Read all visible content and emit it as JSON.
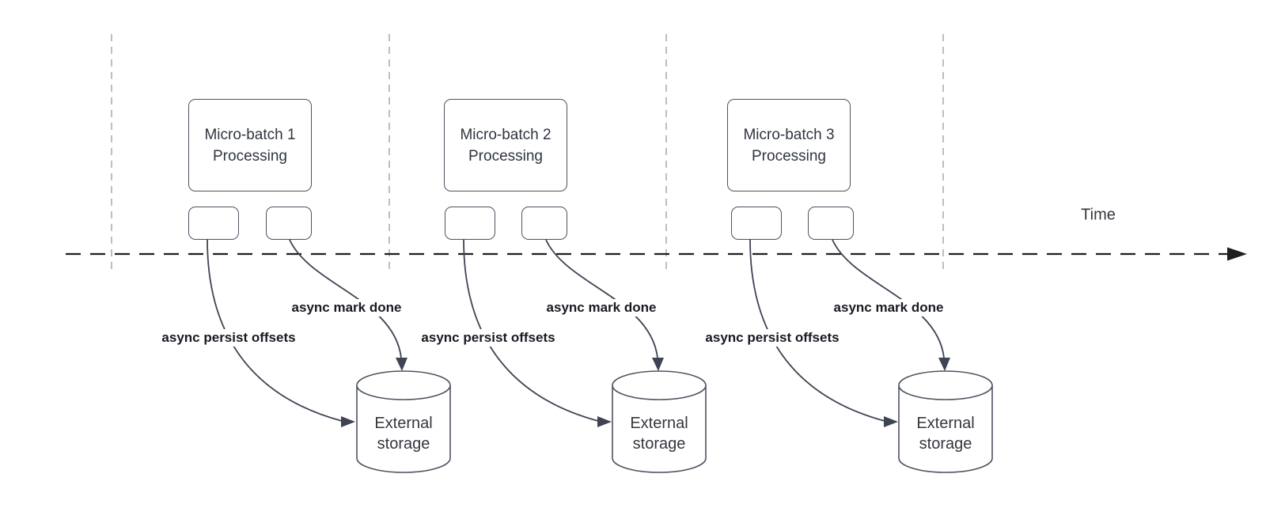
{
  "time_axis": {
    "label": "Time"
  },
  "sections": [
    {
      "processing_box": {
        "line1": "Micro-batch 1",
        "line2": "Processing"
      },
      "persist_arrow_label": "async persist offsets",
      "mark_done_arrow_label": "async mark done",
      "storage_cylinder": {
        "line1": "External",
        "line2": "storage"
      }
    },
    {
      "processing_box": {
        "line1": "Micro-batch 2",
        "line2": "Processing"
      },
      "persist_arrow_label": "async persist offsets",
      "mark_done_arrow_label": "async mark done",
      "storage_cylinder": {
        "line1": "External",
        "line2": "storage"
      }
    },
    {
      "processing_box": {
        "line1": "Micro-batch 3",
        "line2": "Processing"
      },
      "persist_arrow_label": "async persist offsets",
      "mark_done_arrow_label": "async mark done",
      "storage_cylinder": {
        "line1": "External",
        "line2": "storage"
      }
    }
  ],
  "colors": {
    "background": "#ffffff",
    "box_stroke": "#4d5360",
    "box_text": "#2f3540",
    "arrow_stroke": "#3f4454",
    "arrow_label_text": "#191922",
    "timeline_stroke": "#1f1f1f",
    "guide_stroke": "#aeaeae",
    "storage_text": "#33363d"
  }
}
